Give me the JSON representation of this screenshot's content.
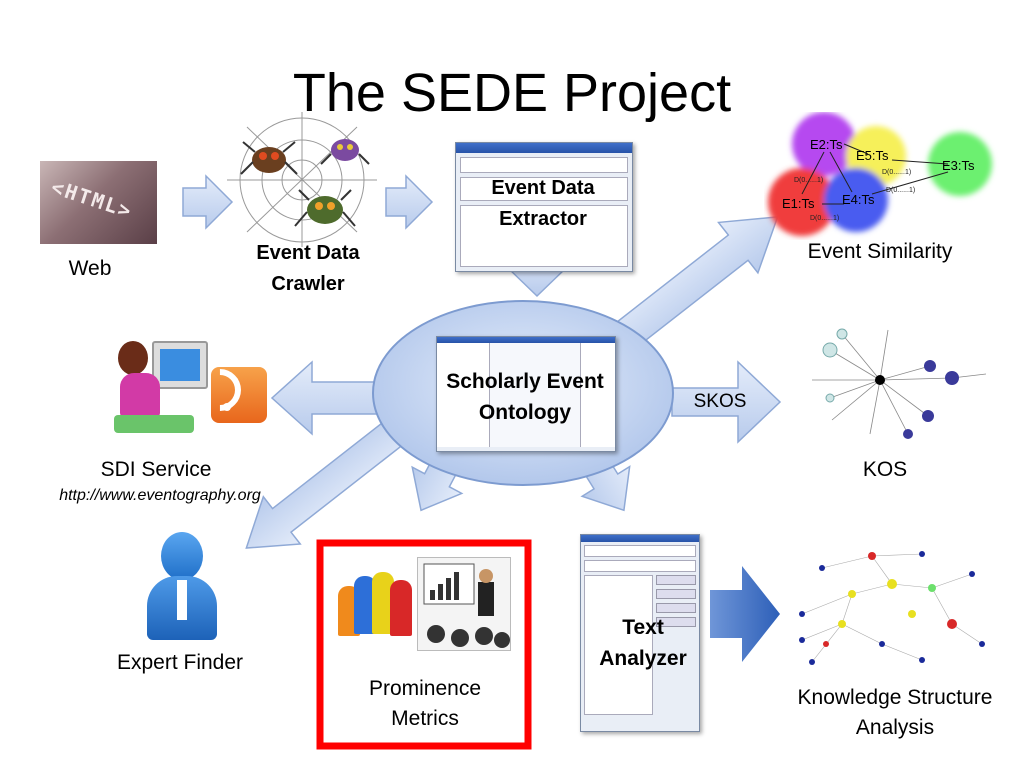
{
  "title": "The SEDE Project",
  "nodes": {
    "web": "Web",
    "crawler": [
      "Event Data",
      "Crawler"
    ],
    "extractor": [
      "Event Data",
      "Extractor"
    ],
    "ontology": [
      "Scholarly Event",
      "Ontology"
    ],
    "similarity": "Event Similarity",
    "skos": "SKOS",
    "kos": "KOS",
    "sdi": "SDI Service",
    "sdi_url": "http://www.eventography.org",
    "expert": "Expert Finder",
    "prominence": [
      "Prominence",
      "Metrics"
    ],
    "text": [
      "Text",
      "Analyzer"
    ],
    "ksa": [
      "Knowledge Structure",
      "Analysis"
    ]
  },
  "similarity_graph": {
    "nodes": [
      "E2:Ts",
      "E5:Ts",
      "E3:Ts",
      "E1:Ts",
      "E4:Ts"
    ],
    "edge_labels": [
      "D(0......1)",
      "D(0......1)",
      "D(0......1)",
      "D(0......1)"
    ]
  },
  "colors": {
    "arrow_fill": "#c9d8f0",
    "arrow_stroke": "#8fa9d6",
    "ellipse_fill": "#c5d5f0",
    "highlight_box": "#ff0000",
    "big_arrow": "#3f6fc4"
  }
}
